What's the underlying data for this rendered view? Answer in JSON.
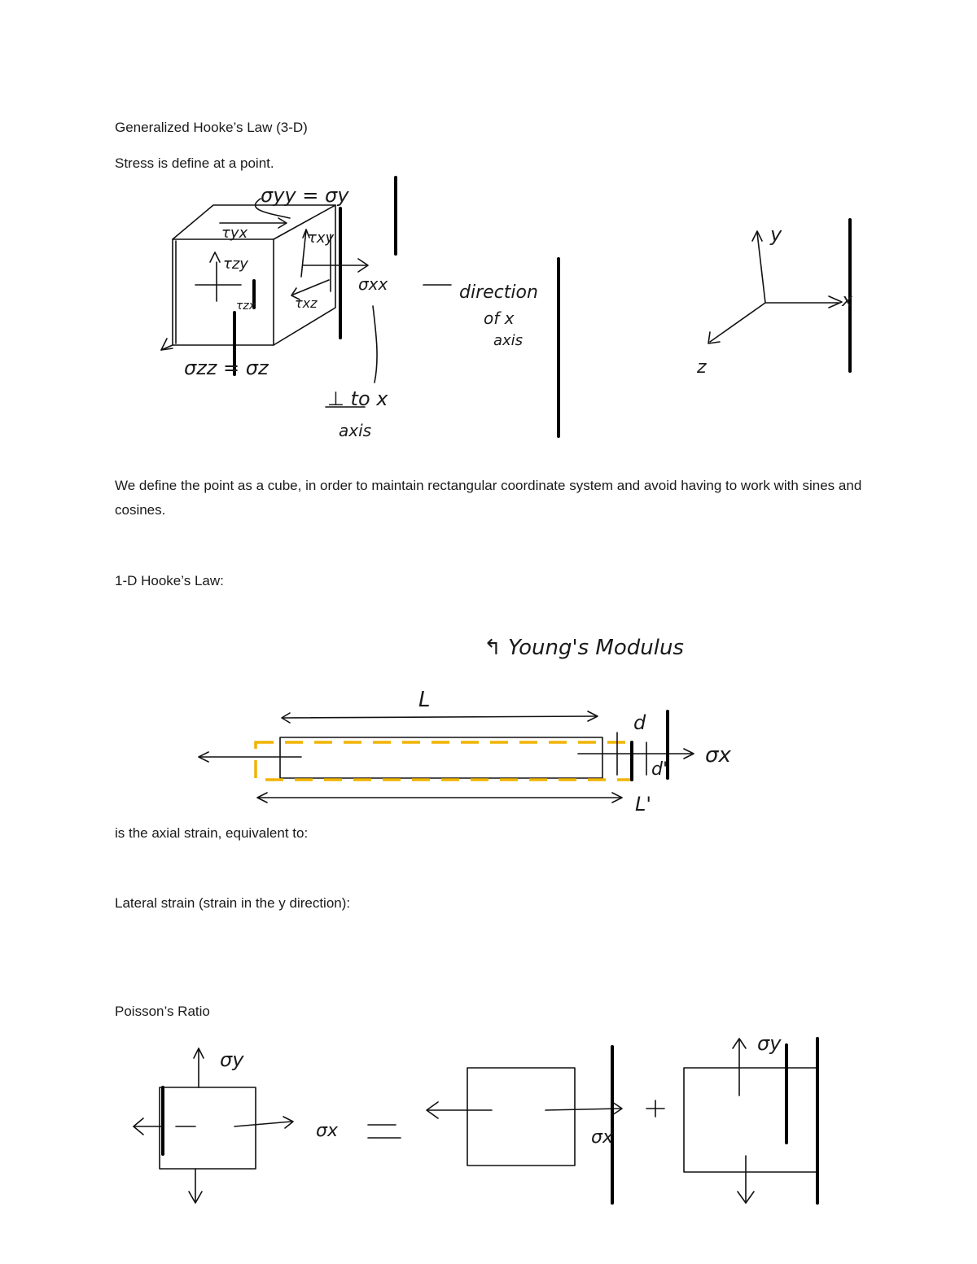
{
  "document": {
    "heading": "Generalized Hooke’s Law (3-D)",
    "stress_line": "Stress is define at a point.",
    "cube_paragraph": "We define the point as a cube, in order to maintain rectangular coordinate system and avoid having to work with sines and cosines.",
    "one_d_heading": "1-D Hooke’s Law:",
    "axial_strain_line": " is the axial strain, equivalent to:",
    "lateral_strain_line": "Lateral strain (strain in the y direction):",
    "poisson_heading": "Poisson’s Ratio"
  },
  "sketch1": {
    "sigma_yy": "σyy = σy",
    "tau_yx": "τyx",
    "tau_xy": "τxy",
    "tau_zy": "τzy",
    "tau_zx": "τzx",
    "tau_xz": "τxz",
    "sigma_xx": "σxx",
    "direction_1": "direction",
    "direction_2": "of x",
    "direction_3": "axis",
    "perp_1": "⊥ to x",
    "perp_2": "axis",
    "sigma_zz": "σzz = σz"
  },
  "axes": {
    "y": "y",
    "x": "x",
    "z": "z"
  },
  "sketch2": {
    "youngs": "↰ Young's Modulus",
    "L": "L",
    "d": "d",
    "d_prime": "d'",
    "L_prime": "L'",
    "sigma_x": "σx"
  },
  "sketch3": {
    "sigma_y_left": "σy",
    "sigma_x_left": "σx",
    "sigma_x_mid": "σx",
    "sigma_y_right": "σy"
  },
  "colors": {
    "ink": "#111111",
    "highlight_dash": "#f0b400"
  }
}
